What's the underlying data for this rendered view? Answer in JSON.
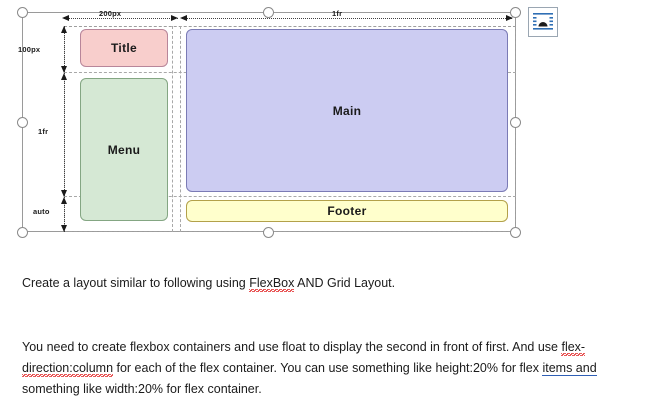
{
  "diagram": {
    "name": "css-grid-layout-diagram",
    "boxes": [
      {
        "key": "title",
        "label": "Title",
        "fill": "#f8cecc",
        "stroke": "#b8869a"
      },
      {
        "key": "menu",
        "label": "Menu",
        "fill": "#d5e8d4",
        "stroke": "#84a683"
      },
      {
        "key": "main",
        "label": "Main",
        "fill": "#ccccf2",
        "stroke": "#7b7bb5"
      },
      {
        "key": "footer",
        "label": "Footer",
        "fill": "#ffffcc",
        "stroke": "#b3a14a"
      }
    ],
    "column_dimensions": [
      {
        "key": "col1",
        "label": "200px"
      },
      {
        "key": "col2",
        "label": "1fr"
      }
    ],
    "row_dimensions": [
      {
        "key": "row1",
        "label": "100px"
      },
      {
        "key": "row2",
        "label": "1fr"
      },
      {
        "key": "row3",
        "label": "auto"
      }
    ],
    "corner_button": {
      "icon": "image-placeholder-icon",
      "accent": "#2f6fb5"
    },
    "selection": {
      "handle_count": 8,
      "frame_color": "#9a9a9a"
    }
  },
  "document": {
    "paragraph_1": {
      "part_a": "Create a layout similar to following using ",
      "misspelled": "FlexBox",
      "part_b": " AND Grid Layout."
    },
    "paragraph_2": {
      "part_a": "You need to create flexbox containers and use float to display the second in front of first. And use ",
      "misspelled_1": "flex-direction:column",
      "part_b": " for each of the flex container. You can use something like height:20% for flex ",
      "grammar_1": "items and",
      "part_c": " something like width:20% for flex container."
    }
  }
}
